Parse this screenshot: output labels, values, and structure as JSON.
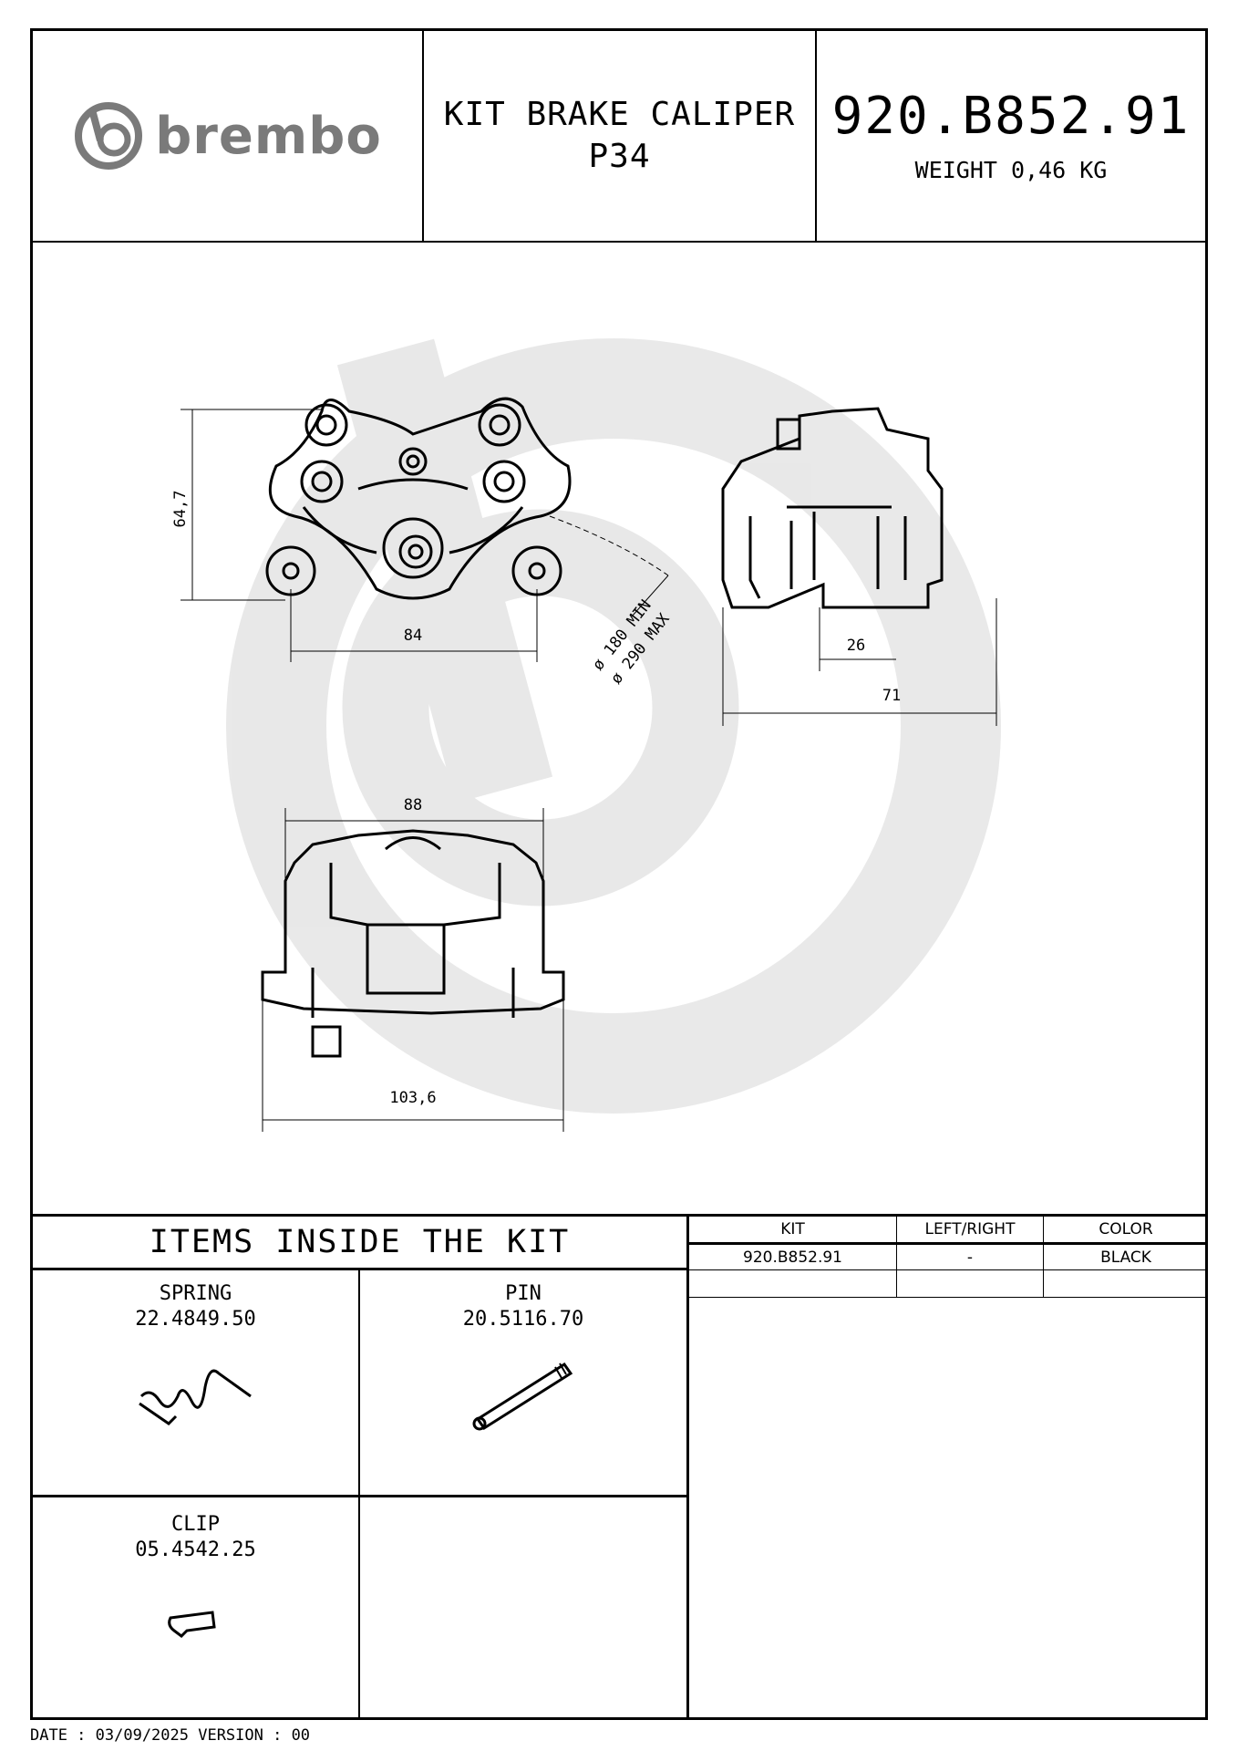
{
  "header": {
    "logo_text": "brembo",
    "title_line1": "KIT BRAKE CALIPER",
    "title_line2": "P34",
    "part_number": "920.B852.91",
    "weight": "WEIGHT 0,46 KG"
  },
  "drawing": {
    "dim_height": "64,7",
    "dim_front_width": "84",
    "dim_disc_min": "ø 180 MIN",
    "dim_disc_max": "ø 290 MAX",
    "dim_side_inner": "26",
    "dim_side_total": "71",
    "dim_top_width": "88",
    "dim_bottom_width": "103,6"
  },
  "items": {
    "title": "ITEMS INSIDE THE KIT",
    "list": [
      {
        "name": "SPRING",
        "code": "22.4849.50"
      },
      {
        "name": "PIN",
        "code": "20.5116.70"
      },
      {
        "name": "CLIP",
        "code": "05.4542.25"
      }
    ]
  },
  "kit_table": {
    "headers": [
      "KIT",
      "LEFT/RIGHT",
      "COLOR"
    ],
    "rows": [
      [
        "920.B852.91",
        "-",
        "BLACK"
      ]
    ]
  },
  "footer": {
    "text": "DATE : 03/09/2025 VERSION : 00"
  }
}
